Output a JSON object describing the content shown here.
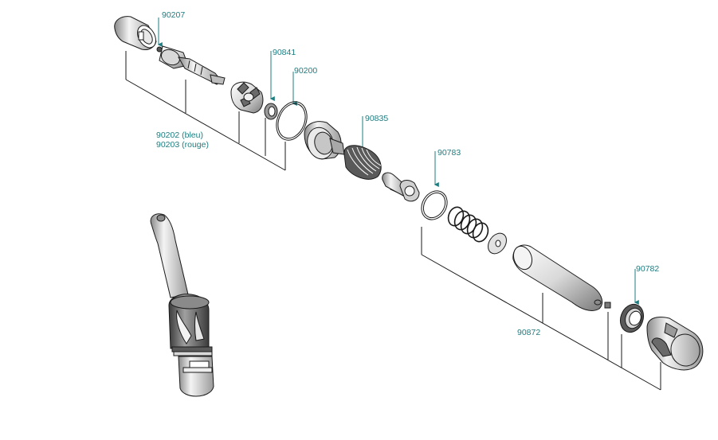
{
  "colors": {
    "label": "#1e7d80",
    "leader": "#1e7d80",
    "outline": "#1a1a1a",
    "bracket": "#1a1a1a",
    "shade_light": "#f0f0f0",
    "shade_mid": "#bdbdbd",
    "shade_dark": "#6a6a6a"
  },
  "labels": {
    "p90207": "90207",
    "p90841": "90841",
    "p90200": "90200",
    "p90202": "90202 (bleu)",
    "p90203": "90203 (rouge)",
    "p90835": "90835",
    "p90783": "90783",
    "p90872": "90872",
    "p90782": "90782"
  }
}
